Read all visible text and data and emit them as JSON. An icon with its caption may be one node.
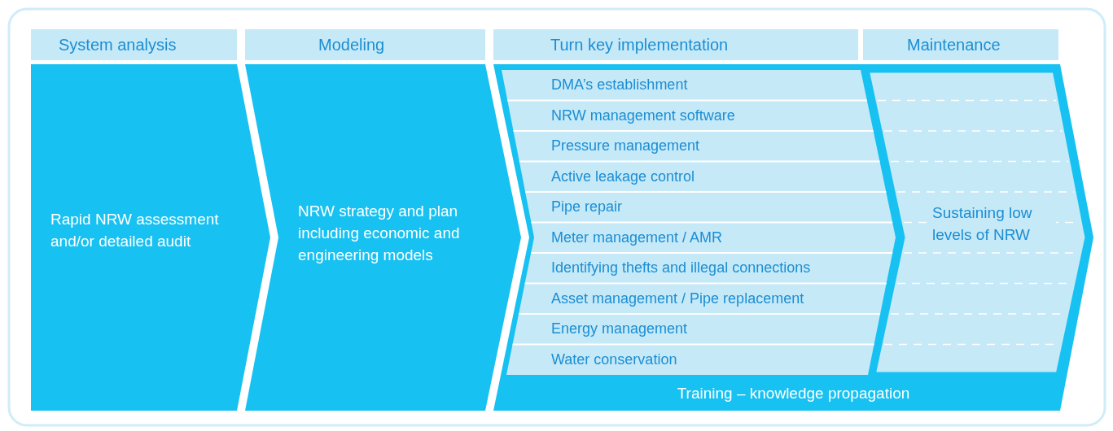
{
  "diagram": {
    "nodes": [
      {
        "text": [
          "System analysis"
        ]
      },
      {
        "text": [
          "Modeling"
        ]
      },
      {
        "text": [
          "Turn key implementation"
        ]
      },
      {
        "text": [
          "Maintenance"
        ]
      },
      {
        "text": [
          "Rapid NRW assessment and/or detailed audit"
        ]
      },
      {
        "text": [
          "NRW strategy and plan including economic and engineering models"
        ]
      },
      {
        "text": [
          "Training – knowledge propagation"
        ]
      },
      {
        "text": [
          "DMA’s establishment"
        ],
        "in": 6
      },
      {
        "text": [
          "NRW management software"
        ],
        "in": 6
      },
      {
        "text": [
          "Pressure management"
        ],
        "in": 6
      },
      {
        "text": [
          "Active leakage control"
        ],
        "in": 6
      },
      {
        "text": [
          "Pipe repair"
        ],
        "in": 6
      },
      {
        "text": [
          "Meter management / AMR"
        ],
        "in": 6
      },
      {
        "text": [
          "Identifying thefts and illegal connections"
        ],
        "in": 6
      },
      {
        "text": [
          "Asset management / Pipe replacement"
        ],
        "in": 6
      },
      {
        "text": [
          "Energy management"
        ],
        "in": 6
      },
      {
        "text": [
          "Water conservation"
        ],
        "in": 6
      },
      {
        "text": [
          "Sustaining low levels of NRW"
        ],
        "in": 6
      }
    ]
  }
}
